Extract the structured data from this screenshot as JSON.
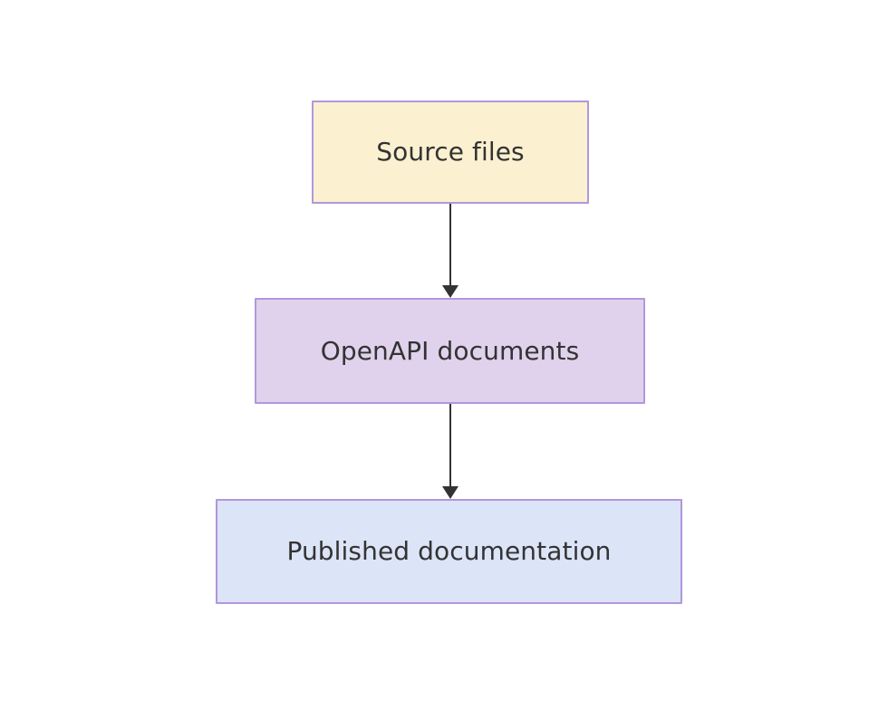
{
  "diagram": {
    "type": "flowchart",
    "direction": "top-to-bottom",
    "background_color": "#ffffff",
    "node_border_color": "#b197dc",
    "edge_color": "#333333",
    "text_color": "#333333",
    "nodes": [
      {
        "id": "source-files",
        "label": "Source files",
        "fill_color": "#fbf0d0",
        "order": 1
      },
      {
        "id": "openapi-documents",
        "label": "OpenAPI documents",
        "fill_color": "#e0d2ec",
        "order": 2
      },
      {
        "id": "published-documentation",
        "label": "Published documentation",
        "fill_color": "#dce4f7",
        "order": 3
      }
    ],
    "edges": [
      {
        "id": "edge-source-to-openapi",
        "from": "source-files",
        "to": "openapi-documents",
        "label": "",
        "arrow": "single-ended",
        "style": "solid"
      },
      {
        "id": "edge-openapi-to-published",
        "from": "openapi-documents",
        "to": "published-documentation",
        "label": "",
        "arrow": "single-ended",
        "style": "solid"
      }
    ]
  }
}
